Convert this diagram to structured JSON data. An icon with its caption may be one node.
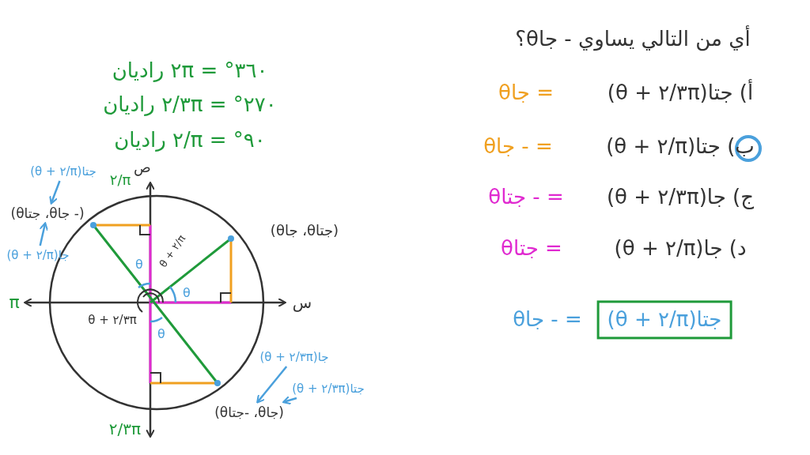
{
  "diagram": {
    "nodes": [
      {
        "text": [
          "جتا(π/٢ + θ)"
        ]
      },
      {
        "text": [
          "(- جاθ، جتاθ)"
        ]
      },
      {
        "text": [
          "جا(π/٢ + θ)"
        ]
      },
      {
        "text": [
          "(جتاθ، جاθ)"
        ]
      },
      {
        "text": [
          "جا(٣π/٢ + θ)"
        ]
      },
      {
        "text": [
          "جتا(٣π/٢ + θ)"
        ]
      },
      {
        "text": [
          "(جاθ، -جتاθ)"
        ]
      },
      {
        "text": [
          "جتا(π/٢ + θ)"
        ],
        "beside": [
          "= - جاθ"
        ]
      }
    ],
    "edges": [
      {
        "from": 0,
        "to": 1,
        "arrow": "to"
      },
      {
        "from": 2,
        "to": 1,
        "arrow": "to"
      },
      {
        "from": 4,
        "to": 6,
        "arrow": "to"
      },
      {
        "from": 5,
        "to": 6,
        "arrow": "to"
      }
    ],
    "labels": [
      "٣٦٠° = ٢π راديان",
      "٢٧٠° = ٣π/٢ راديان",
      "٩٠° = π/٢ راديان",
      "π/٢",
      "ص",
      "π",
      "س",
      "θ",
      "π/٢ + θ",
      "θ",
      "٣π/٢ + θ",
      "θ",
      "٣π/٢",
      "أي من التالي يساوي - جاθ؟",
      "أ) جتا(٣π/٢ + θ)",
      "= جاθ",
      "ب) جتا(π/٢ + θ)",
      "= - جاθ",
      "ج) جا(٣π/٢ + θ)",
      "= - جتاθ",
      "د) جا(π/٢ + θ)",
      "= جتاθ"
    ]
  }
}
